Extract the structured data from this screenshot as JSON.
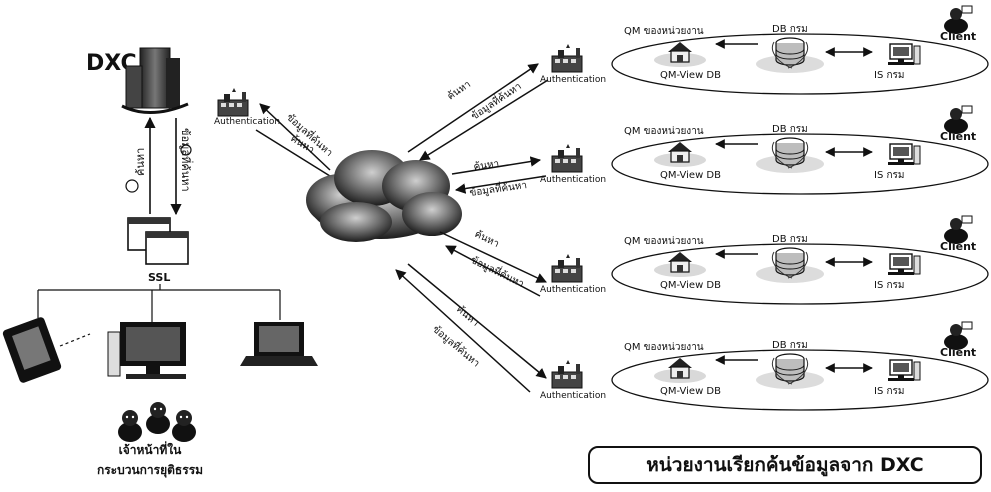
{
  "dxc": {
    "label": "DXC"
  },
  "left": {
    "auth_label": "Authentication",
    "arrow_up_label": "ค้นหา",
    "arrow_down_label": "ข้อมูลที่ค้นหา",
    "ssl_label": "SSL",
    "users_label_1": "เจ้าหน้าที่ใน",
    "users_label_2": "กระบวนการยุติธรรม",
    "cloud_to_auth_1": "ข้อมูลที่ค้นหา",
    "cloud_to_auth_2": "ค้นหา"
  },
  "agencies": [
    {
      "auth_label": "Authentication",
      "qm_label": "QM ของหน่วยงาน",
      "qm_view_label": "QM-View DB",
      "db_label": "DB กรม",
      "is_label": "IS กรม",
      "client_label": "Client",
      "link_label_1": "ค้นหา",
      "link_label_2": "ข้อมูลที่ค้นหา"
    },
    {
      "auth_label": "Authentication",
      "qm_label": "QM ของหน่วยงาน",
      "qm_view_label": "QM-View DB",
      "db_label": "DB กรม",
      "is_label": "IS กรม",
      "client_label": "Client",
      "link_label_1": "ค้นหา",
      "link_label_2": "ข้อมูลที่ค้นหา"
    },
    {
      "auth_label": "Authentication",
      "qm_label": "QM ของหน่วยงาน",
      "qm_view_label": "QM-View DB",
      "db_label": "DB กรม",
      "is_label": "IS กรม",
      "client_label": "Client",
      "link_label_1": "ค้นหา",
      "link_label_2": "ข้อมูลที่ค้นหา"
    },
    {
      "auth_label": "Authentication",
      "qm_label": "QM ของหน่วยงาน",
      "qm_view_label": "QM-View DB",
      "db_label": "DB กรม",
      "is_label": "IS กรม",
      "client_label": "Client",
      "link_label_1": "ค้นหา",
      "link_label_2": "ข้อมูลที่ค้นหา"
    }
  ],
  "caption": "หน่วยงานเรียกค้นข้อมูลจาก DXC"
}
